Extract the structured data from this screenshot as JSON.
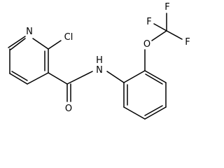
{
  "molecule": {
    "atoms": {
      "n_ring": "N",
      "cl": "Cl",
      "nh": "N",
      "h": "H",
      "o_carbonyl": "O",
      "o_ether": "O",
      "f_left": "F",
      "f_top": "F",
      "f_right": "F"
    },
    "colors": {
      "bond": "#000000",
      "label": "#000000",
      "background": "#ffffff"
    }
  }
}
